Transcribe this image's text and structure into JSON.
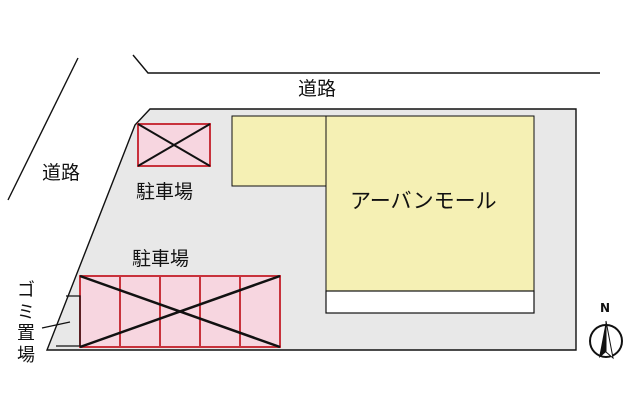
{
  "labels": {
    "road_top": "道路",
    "road_left": "道路",
    "parking_small": "駐車場",
    "parking_large": "駐車場",
    "building": "アーバンモール",
    "garbage": "ゴミ置場",
    "north": "N"
  },
  "colors": {
    "lot": "#e8e8e8",
    "building": "#f5f0b4",
    "parking_fill": "#f7d6e0",
    "parking_line": "#c8323c",
    "outline": "#111111"
  },
  "icons": {
    "compass": "north-arrow-icon"
  },
  "parking": {
    "large_lot_spaces": 5
  }
}
